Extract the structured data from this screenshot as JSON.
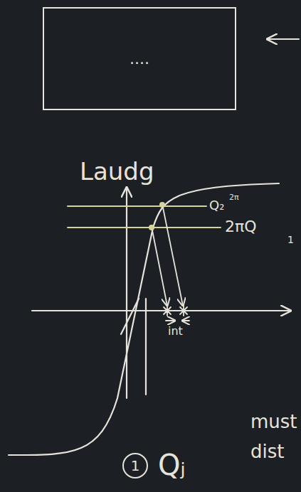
{
  "diagram": {
    "nodes": [
      {
        "text": [
          "...."
        ]
      },
      {
        "text": [
          "1"
        ]
      }
    ],
    "labels": [
      "Laudg",
      "Q₂",
      "2π",
      "2πQ",
      "1",
      "int",
      "Qⱼ",
      "must",
      "dist"
    ]
  }
}
